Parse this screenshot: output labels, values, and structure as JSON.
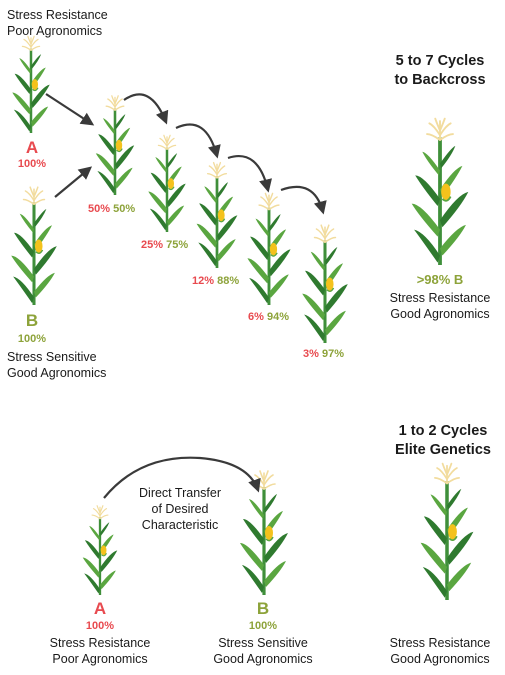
{
  "colors": {
    "red": "#e84a4f",
    "green": "#8da33a",
    "stalk": "#3f8f3a",
    "leaf_dark": "#2f7a2f",
    "leaf_light": "#5aa640",
    "tassel": "#f2dc9e",
    "ear": "#f4c21c",
    "arrow": "#3a3a3a"
  },
  "top": {
    "parent_a": {
      "desc_line1": "Stress Resistance",
      "desc_line2": "Poor Agronomics",
      "letter": "A",
      "pct": "100%"
    },
    "parent_b": {
      "letter": "B",
      "pct": "100%",
      "desc_line1": "Stress Sensitive",
      "desc_line2": "Good Agronomics"
    },
    "generations": [
      {
        "red": "50%",
        "green": "50%"
      },
      {
        "red": "25%",
        "green": "75%"
      },
      {
        "red": "12%",
        "green": "88%"
      },
      {
        "red": "6%",
        "green": "94%"
      },
      {
        "red": "3%",
        "green": "97%"
      }
    ],
    "heading_line1": "5 to 7 Cycles",
    "heading_line2": "to Backcross",
    "result": {
      "pct": ">98% B",
      "desc_line1": "Stress Resistance",
      "desc_line2": "Good Agronomics"
    }
  },
  "bottom": {
    "heading_line1": "1 to 2 Cycles",
    "heading_line2": "Elite Genetics",
    "transfer_line1": "Direct Transfer",
    "transfer_line2": "of Desired",
    "transfer_line3": "Characteristic",
    "parent_a": {
      "letter": "A",
      "pct": "100%",
      "desc_line1": "Stress Resistance",
      "desc_line2": "Poor Agronomics"
    },
    "parent_b": {
      "letter": "B",
      "pct": "100%",
      "desc_line1": "Stress Sensitive",
      "desc_line2": "Good Agronomics"
    },
    "result": {
      "desc_line1": "Stress Resistance",
      "desc_line2": "Good Agronomics"
    }
  }
}
